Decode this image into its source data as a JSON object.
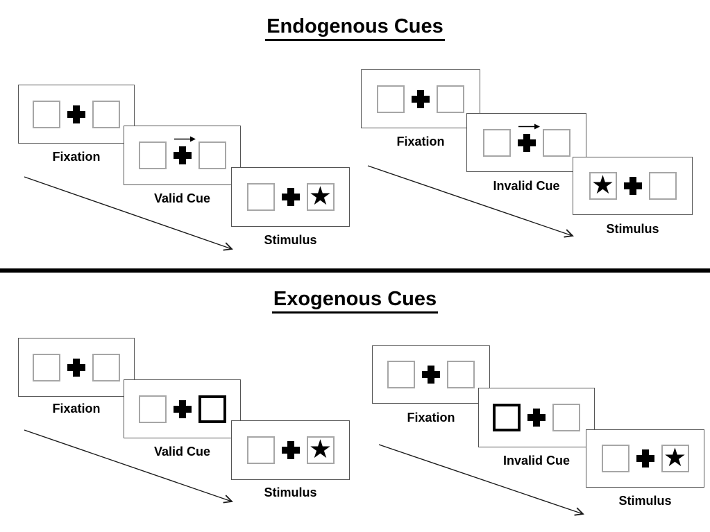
{
  "colors": {
    "background": "#ffffff",
    "panel_border": "#545454",
    "box_border": "#a6a6a6",
    "cue_highlight": "#000000",
    "ink": "#000000"
  },
  "icons": {
    "star": "★",
    "fixation_cross": "heavy-plus",
    "cue_arrow": "thin-right-arrow",
    "sequence_arrow": "diagonal-down-right-arrow"
  },
  "sections": [
    {
      "title": "Endogenous Cues",
      "trials": [
        {
          "name": "valid-trial",
          "frames": [
            {
              "label": "Fixation",
              "cue": "none",
              "left_box": "empty",
              "right_box": "empty"
            },
            {
              "label": "Valid Cue",
              "cue": "central-arrow-pointing-right",
              "left_box": "empty",
              "right_box": "empty"
            },
            {
              "label": "Stimulus",
              "cue": "none",
              "left_box": "empty",
              "right_box": "star"
            }
          ]
        },
        {
          "name": "invalid-trial",
          "frames": [
            {
              "label": "Fixation",
              "cue": "none",
              "left_box": "empty",
              "right_box": "empty"
            },
            {
              "label": "Invalid Cue",
              "cue": "central-arrow-pointing-right",
              "left_box": "empty",
              "right_box": "empty"
            },
            {
              "label": "Stimulus",
              "cue": "none",
              "left_box": "star",
              "right_box": "empty"
            }
          ]
        }
      ]
    },
    {
      "title": "Exogenous Cues",
      "trials": [
        {
          "name": "valid-trial",
          "frames": [
            {
              "label": "Fixation",
              "cue": "none",
              "left_box": "empty",
              "right_box": "empty"
            },
            {
              "label": "Valid Cue",
              "cue": "right-box-highlighted",
              "left_box": "empty",
              "right_box": "highlighted"
            },
            {
              "label": "Stimulus",
              "cue": "none",
              "left_box": "empty",
              "right_box": "star"
            }
          ]
        },
        {
          "name": "invalid-trial",
          "frames": [
            {
              "label": "Fixation",
              "cue": "none",
              "left_box": "empty",
              "right_box": "empty"
            },
            {
              "label": "Invalid Cue",
              "cue": "left-box-highlighted",
              "left_box": "highlighted",
              "right_box": "empty"
            },
            {
              "label": "Stimulus",
              "cue": "none",
              "left_box": "empty",
              "right_box": "star"
            }
          ]
        }
      ]
    }
  ]
}
